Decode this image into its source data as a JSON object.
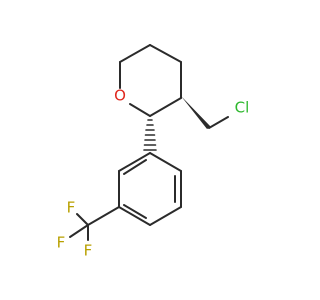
{
  "molecule": {
    "atoms": [
      {
        "id": "o1",
        "label": "O",
        "color": "#e0281e"
      },
      {
        "id": "cl1",
        "label": "Cl",
        "color": "#2eb82e"
      },
      {
        "id": "f1",
        "label": "F",
        "color": "#b8a000"
      },
      {
        "id": "f2",
        "label": "F",
        "color": "#b8a000"
      },
      {
        "id": "f3",
        "label": "F",
        "color": "#b8a000"
      }
    ],
    "bond_color": "#2b2b2b"
  }
}
